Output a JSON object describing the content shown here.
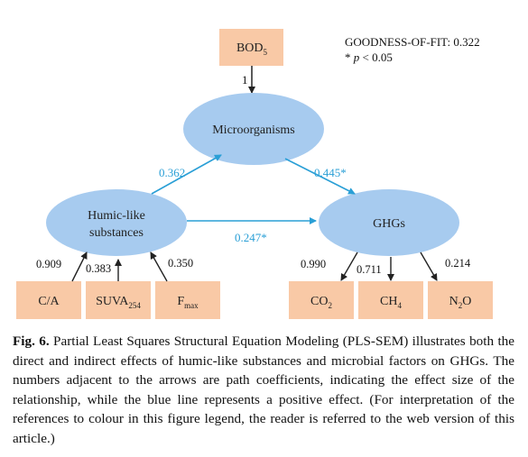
{
  "diagram": {
    "fit_label": "GOODNESS-OF-FIT: 0.322",
    "sig_label_star": "* ",
    "sig_label_p": "p",
    "sig_label_rest": " < 0.05",
    "nodes": {
      "bod": {
        "main": "BOD",
        "sub": "5"
      },
      "microorganisms": "Microorganisms",
      "humic_line1": "Humic-like",
      "humic_line2": "substances",
      "ghgs": "GHGs",
      "ca": "C/A",
      "suva": {
        "main": "SUVA",
        "sub": "254"
      },
      "fmax": {
        "main": "F",
        "sub": "max"
      },
      "co2": {
        "main": "CO",
        "sub": "2"
      },
      "ch4": {
        "main": "CH",
        "sub": "4"
      },
      "n2o": {
        "main": "N",
        "sub": "2",
        "rest": "O"
      }
    },
    "coefficients": {
      "bod_micro": "1",
      "humic_micro": "0.362",
      "micro_ghgs": "0.445*",
      "humic_ghgs": "0.247*",
      "ca": "0.909",
      "suva": "0.383",
      "fmax": "0.350",
      "co2": "0.990",
      "ch4": "0.711",
      "n2o": "0.214"
    },
    "colors": {
      "box_fill": "#f9c9a6",
      "ellipse_fill": "#a7cbef",
      "path_arrow": "#2a9fd6",
      "black_arrow": "#222222"
    }
  },
  "caption": {
    "label": "Fig. 6.",
    "text": " Partial Least Squares Structural Equation Modeling (PLS-SEM) illustrates both the direct and indirect effects of humic-like substances and microbial factors on GHGs. The numbers adjacent to the arrows are path coefficients, indicating the effect size of the relationship, while the blue line represents a positive effect. (For interpretation of the references to colour in this figure legend, the reader is referred to the web version of this article.)"
  }
}
